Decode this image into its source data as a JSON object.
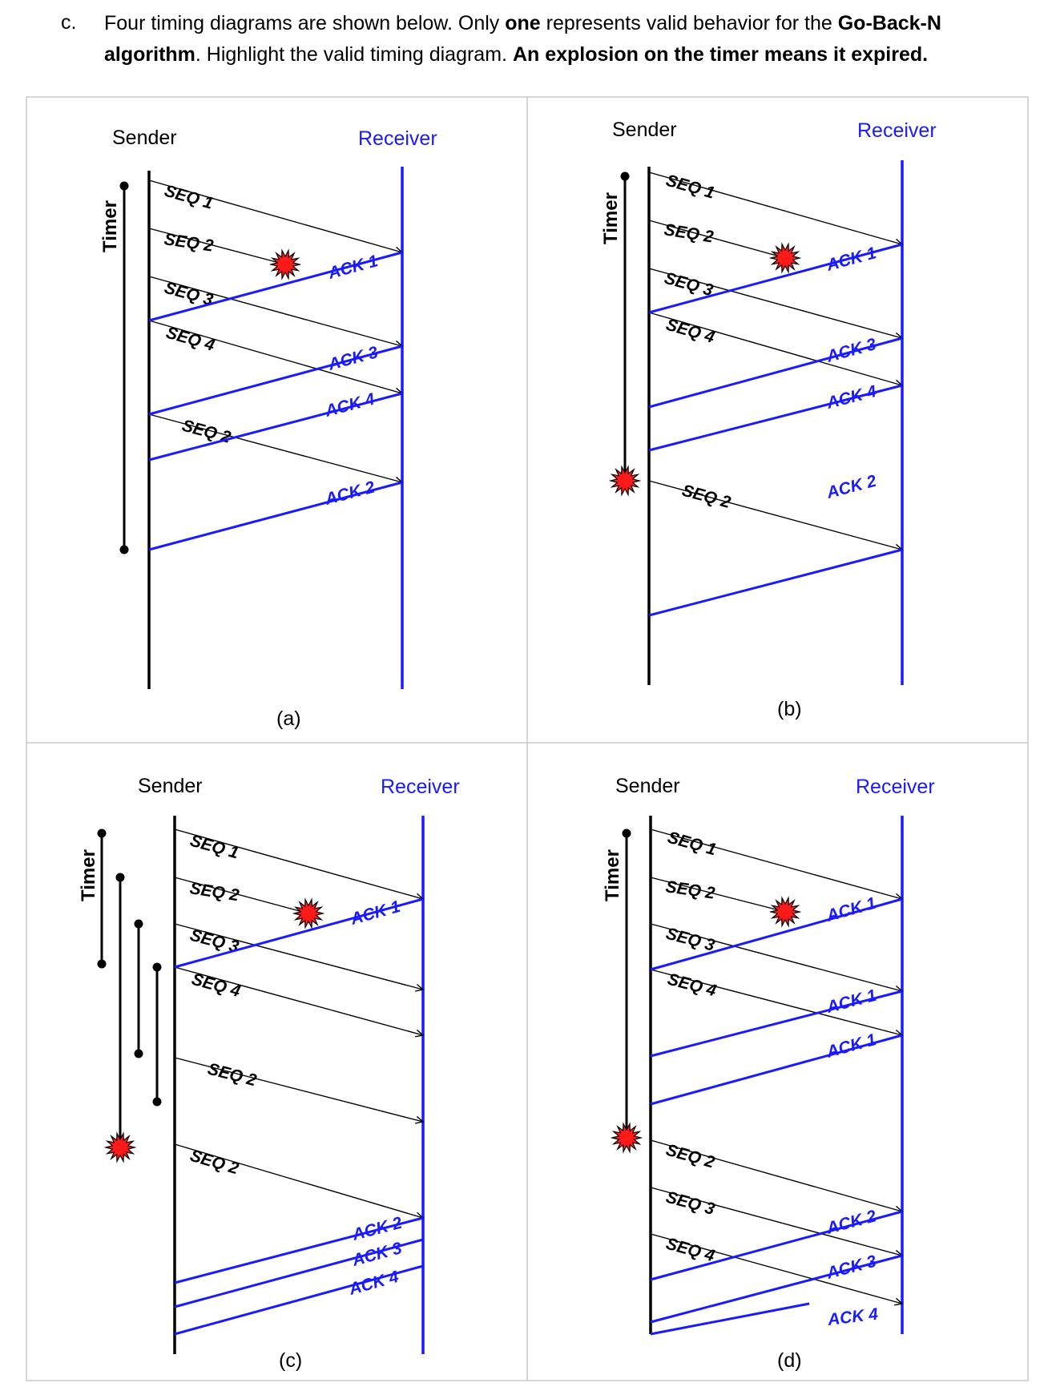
{
  "question": {
    "label": "c.",
    "parts": [
      {
        "text": "Four timing diagrams are shown below. Only ",
        "bold": false
      },
      {
        "text": "one",
        "bold": true
      },
      {
        "text": " represents valid behavior for the ",
        "bold": false
      },
      {
        "text": "Go-Back-N algorithm",
        "bold": true
      },
      {
        "text": ". Highlight the valid timing diagram. ",
        "bold": false
      },
      {
        "text": "An explosion on the timer means it expired.",
        "bold": true
      }
    ]
  },
  "colors": {
    "sender": "#000000",
    "receiver": "#1a1aff",
    "explosion": "#ff1a1a",
    "frame": "#c8c8c8"
  },
  "icons": {
    "timer_expired": "explosion-icon",
    "packet_lost": "explosion-icon"
  },
  "diagrams": [
    {
      "caption": "(a)",
      "sender_label": "Sender",
      "receiver_label": "Receiver",
      "timer_label": "Timer",
      "seq_labels": [
        "SEQ 1",
        "SEQ 2",
        "SEQ 3",
        "SEQ 4",
        "SEQ 2"
      ],
      "ack_labels": [
        "ACK 1",
        "ACK 3",
        "ACK 4",
        "ACK 2"
      ]
    },
    {
      "caption": "(b)",
      "sender_label": "Sender",
      "receiver_label": "Receiver",
      "timer_label": "Timer",
      "seq_labels": [
        "SEQ 1",
        "SEQ 2",
        "SEQ 3",
        "SEQ 4",
        "SEQ 2"
      ],
      "ack_labels": [
        "ACK 1",
        "ACK 3",
        "ACK 4",
        "ACK 2"
      ]
    },
    {
      "caption": "(c)",
      "sender_label": "Sender",
      "receiver_label": "Receiver",
      "timer_label": "Timer",
      "seq_labels": [
        "SEQ 1",
        "SEQ 2",
        "SEQ 3",
        "SEQ 4",
        "SEQ 2",
        "SEQ 2"
      ],
      "ack_labels": [
        "ACK 1",
        "ACK 2",
        "ACK 3",
        "ACK 4"
      ]
    },
    {
      "caption": "(d)",
      "sender_label": "Sender",
      "receiver_label": "Receiver",
      "timer_label": "Timer",
      "seq_labels": [
        "SEQ 1",
        "SEQ 2",
        "SEQ 3",
        "SEQ 4",
        "SEQ 2",
        "SEQ 3",
        "SEQ 4"
      ],
      "ack_labels": [
        "ACK 1",
        "ACK 1",
        "ACK 1",
        "ACK 2",
        "ACK 3",
        "ACK 4"
      ]
    }
  ]
}
